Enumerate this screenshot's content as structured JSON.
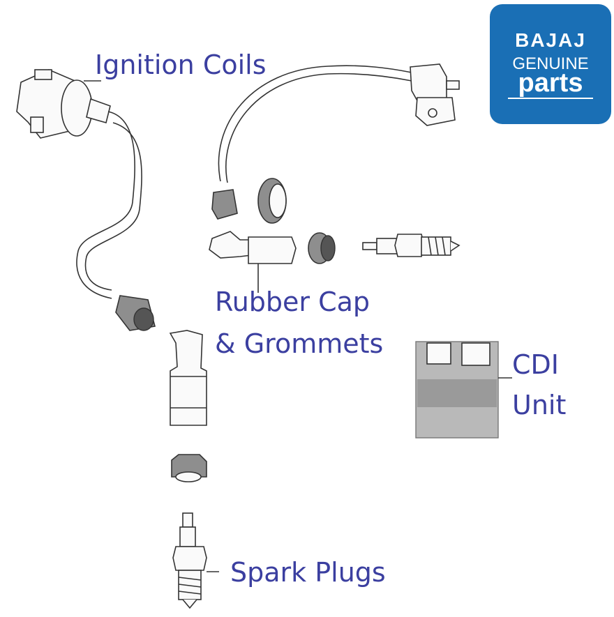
{
  "labels": {
    "ignition_coils": "Ignition Coils",
    "rubber_cap_line1": "Rubber Cap",
    "rubber_cap_line2": "& Grommets",
    "cdi_line1": "CDI",
    "cdi_line2": "Unit",
    "spark_plugs": "Spark Plugs"
  },
  "logo": {
    "brand": "BAJAJ",
    "line2": "GENUINE",
    "line3": "parts",
    "background_color": "#1a6fb5"
  },
  "colors": {
    "label_text": "#3b3fa0"
  }
}
